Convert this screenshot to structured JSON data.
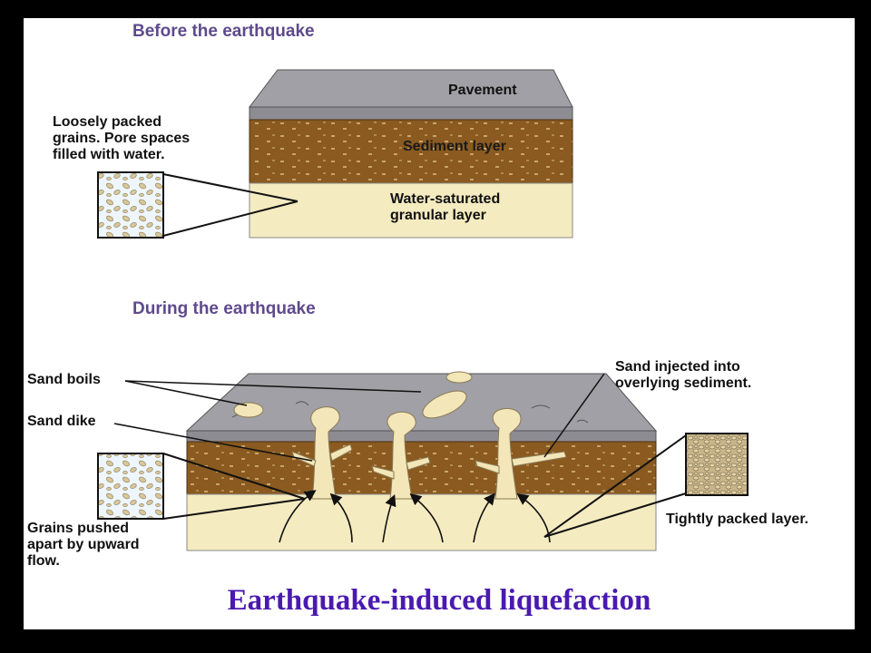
{
  "before": {
    "heading": "Before the earthquake",
    "pavement_label": "Pavement",
    "sediment_label": "Sediment layer",
    "granular_label_line1": "Water-saturated",
    "granular_label_line2": "granular layer",
    "loose_label_line1": "Loosely packed",
    "loose_label_line2": "grains. Pore spaces",
    "loose_label_line3": "filled with water."
  },
  "during": {
    "heading": "During the earthquake",
    "sand_boils_label": "Sand boils",
    "sand_dike_label": "Sand dike",
    "grains_label_line1": "Grains pushed",
    "grains_label_line2": "apart by upward",
    "grains_label_line3": "flow.",
    "injected_label_line1": "Sand injected into",
    "injected_label_line2": "overlying sediment.",
    "tight_label": "Tightly packed layer."
  },
  "title": "Earthquake-induced liquefaction",
  "colors": {
    "frame": "#000000",
    "heading": "#5e4a8c",
    "title": "#4a1ab0",
    "pavement_top": "#a0a0a6",
    "pavement_side": "#8c8c92",
    "sediment": "#8a5a20",
    "granular": "#f5ebc0",
    "sand": "#f3e6b8"
  }
}
